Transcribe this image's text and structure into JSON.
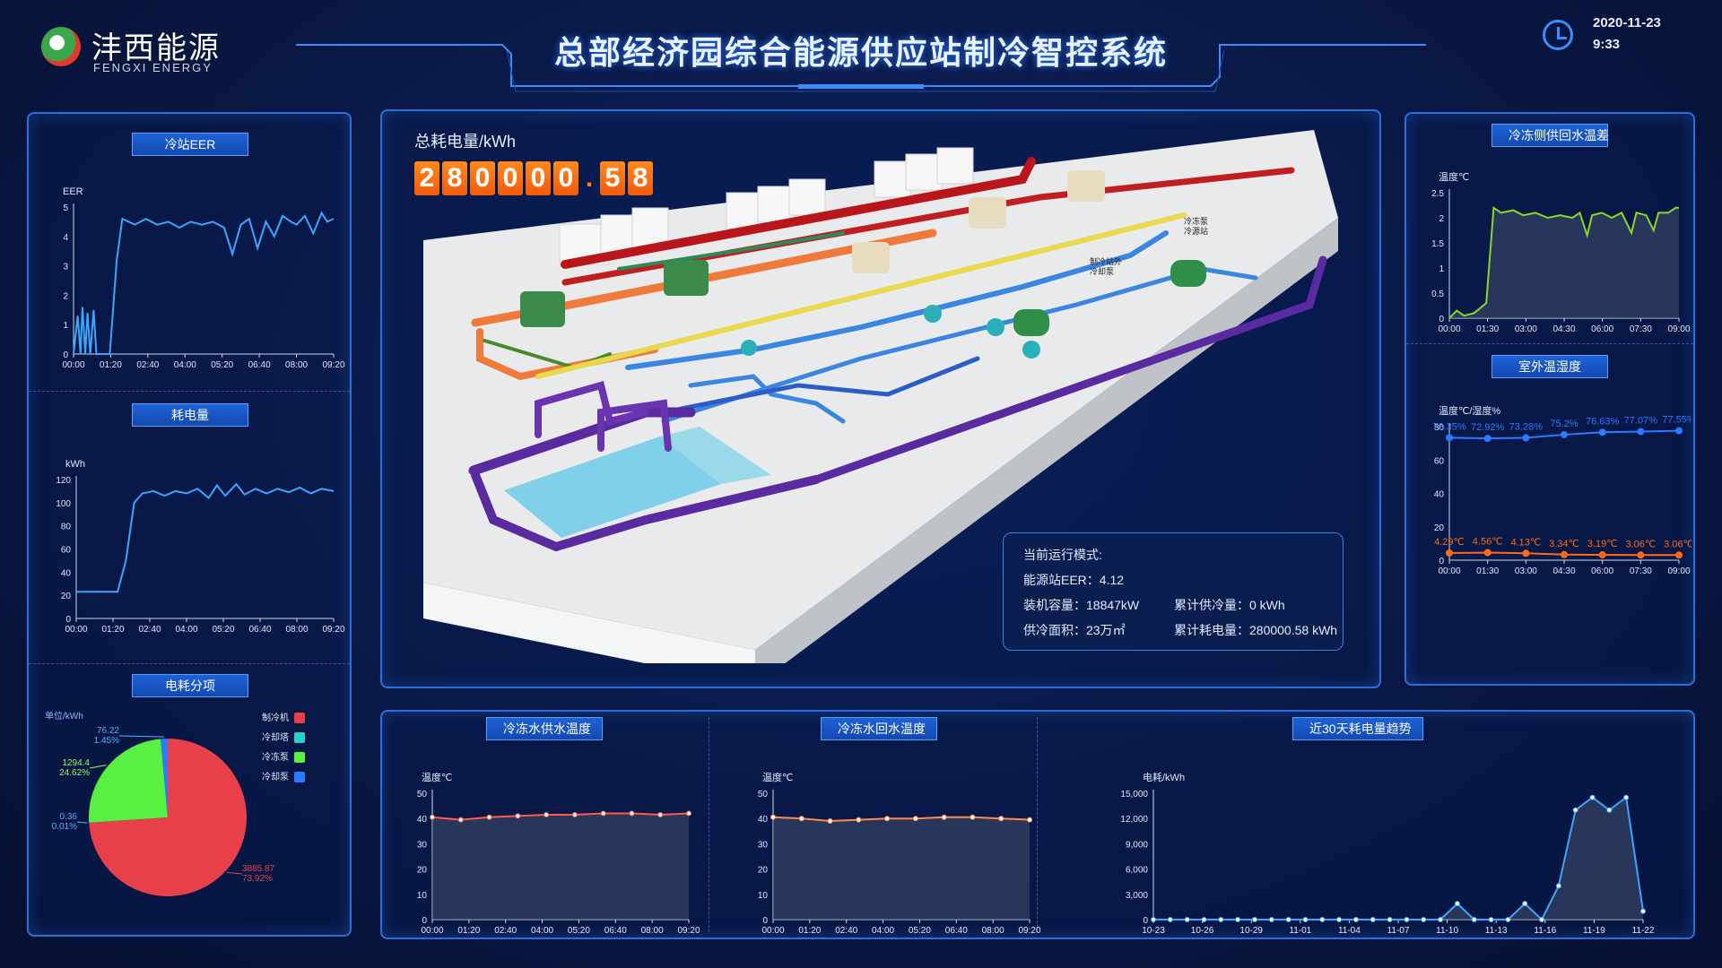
{
  "brand": {
    "name_cn": "沣西能源",
    "name_en": "FENGXI ENERGY"
  },
  "header": {
    "title": "总部经济园综合能源供应站制冷智控系统",
    "date": "2020-11-23",
    "time": "9:33"
  },
  "left": {
    "eer": {
      "title": "冷站EER",
      "ylabel": "EER"
    },
    "power": {
      "title": "耗电量",
      "ylabel": "kWh"
    },
    "pie": {
      "title": "电耗分项",
      "unit": "单位/kWh"
    }
  },
  "center": {
    "total_label": "总耗电量/kWh",
    "total_digits": [
      "2",
      "8",
      "0",
      "0",
      "0",
      "0",
      ".",
      "5",
      "8"
    ],
    "info": {
      "mode": "当前运行模式:",
      "eer": "能源站EER：4.12",
      "capacity": "装机容量：18847kW",
      "cooling": "累计供冷量：0 kWh",
      "area": "供冷面积：23万㎡",
      "energy": "累计耗电量：280000.58 kWh"
    },
    "plant_labels": [
      "制冷站外",
      "冷却泵",
      "冷冻泵",
      "冷源站"
    ]
  },
  "right": {
    "dt": {
      "title": "冷冻侧供回水温差",
      "ylabel": "温度℃"
    },
    "outdoor": {
      "title": "室外温湿度",
      "ylabel": "温度℃/湿度%"
    }
  },
  "bottom": {
    "supply": {
      "title": "冷冻水供水温度",
      "ylabel": "温度℃"
    },
    "return": {
      "title": "冷冻水回水温度",
      "ylabel": "温度℃"
    },
    "trend": {
      "title": "近30天耗电量趋势",
      "ylabel": "电耗/kWh"
    }
  },
  "colors": {
    "accent": "#2d6fd6",
    "line_blue": "#3aa6ff",
    "line_green": "#8ad62a",
    "line_orange": "#ff6a1a",
    "pie_red": "#e8404a",
    "pie_green": "#58f042",
    "pie_cyan": "#2bd0c4",
    "pie_blue": "#2a7bff"
  },
  "chart_data": [
    {
      "id": "eer",
      "type": "line",
      "xlabel": "",
      "ylabel": "EER",
      "ylim": [
        0,
        5
      ],
      "x": [
        "00:00",
        "01:20",
        "02:40",
        "04:00",
        "05:20",
        "06:40",
        "08:00",
        "09:20"
      ],
      "yticks": [
        0,
        1,
        2,
        3,
        4,
        5
      ],
      "points": [
        [
          0,
          0
        ],
        [
          0.15,
          1.3
        ],
        [
          0.25,
          0
        ],
        [
          0.32,
          1.6
        ],
        [
          0.42,
          0
        ],
        [
          0.5,
          1.4
        ],
        [
          0.6,
          0
        ],
        [
          0.72,
          1.5
        ],
        [
          0.82,
          0
        ],
        [
          1.3,
          0
        ],
        [
          1.55,
          3.2
        ],
        [
          1.75,
          4.6
        ],
        [
          2.2,
          4.4
        ],
        [
          2.6,
          4.6
        ],
        [
          3.0,
          4.4
        ],
        [
          3.4,
          4.5
        ],
        [
          3.8,
          4.3
        ],
        [
          4.2,
          4.5
        ],
        [
          4.6,
          4.4
        ],
        [
          5.0,
          4.5
        ],
        [
          5.4,
          4.3
        ],
        [
          5.7,
          3.4
        ],
        [
          6.0,
          4.4
        ],
        [
          6.3,
          4.6
        ],
        [
          6.6,
          3.6
        ],
        [
          6.9,
          4.5
        ],
        [
          7.2,
          4.0
        ],
        [
          7.5,
          4.7
        ],
        [
          7.8,
          4.5
        ],
        [
          8.0,
          4.4
        ],
        [
          8.3,
          4.7
        ],
        [
          8.6,
          4.1
        ],
        [
          8.9,
          4.8
        ],
        [
          9.1,
          4.5
        ],
        [
          9.33,
          4.6
        ]
      ]
    },
    {
      "id": "power",
      "type": "line",
      "xlabel": "",
      "ylabel": "kWh",
      "ylim": [
        0,
        120
      ],
      "x": [
        "00:00",
        "01:20",
        "02:40",
        "04:00",
        "05:20",
        "06:40",
        "08:00",
        "09:20"
      ],
      "yticks": [
        0,
        20,
        40,
        60,
        80,
        100,
        120
      ],
      "points": [
        [
          0,
          23
        ],
        [
          0.8,
          23
        ],
        [
          1.5,
          23
        ],
        [
          1.8,
          50
        ],
        [
          2.1,
          100
        ],
        [
          2.4,
          108
        ],
        [
          2.8,
          110
        ],
        [
          3.2,
          106
        ],
        [
          3.6,
          110
        ],
        [
          4.0,
          108
        ],
        [
          4.4,
          112
        ],
        [
          4.8,
          104
        ],
        [
          5.1,
          115
        ],
        [
          5.4,
          106
        ],
        [
          5.8,
          116
        ],
        [
          6.1,
          107
        ],
        [
          6.5,
          112
        ],
        [
          6.9,
          108
        ],
        [
          7.3,
          112
        ],
        [
          7.7,
          109
        ],
        [
          8.1,
          113
        ],
        [
          8.5,
          108
        ],
        [
          8.9,
          112
        ],
        [
          9.33,
          110
        ]
      ]
    },
    {
      "id": "pie",
      "type": "pie",
      "title": "电耗分项",
      "unit": "单位/kWh",
      "slices": [
        {
          "name": "制冷机",
          "value": 3885.87,
          "pct": "73.92%"
        },
        {
          "name": "冷却塔",
          "value": 0.36,
          "pct": "0.01%"
        },
        {
          "name": "冷冻泵",
          "value": 1294.4,
          "pct": "24.62%"
        },
        {
          "name": "冷却泵",
          "value": 76.22,
          "pct": "1.45%"
        }
      ]
    },
    {
      "id": "dt",
      "type": "area",
      "ylabel": "温度℃",
      "ylim": [
        0,
        2.5
      ],
      "x": [
        "00:00",
        "01:30",
        "03:00",
        "04:30",
        "06:00",
        "07:30",
        "09:00"
      ],
      "yticks": [
        0,
        0.5,
        1,
        1.5,
        2,
        2.5
      ],
      "points": [
        [
          0,
          0
        ],
        [
          0.3,
          0.15
        ],
        [
          0.6,
          0.05
        ],
        [
          1.0,
          0.1
        ],
        [
          1.5,
          0.3
        ],
        [
          1.8,
          2.2
        ],
        [
          2.1,
          2.1
        ],
        [
          2.6,
          2.15
        ],
        [
          3.0,
          2.05
        ],
        [
          3.5,
          2.1
        ],
        [
          4.0,
          2.0
        ],
        [
          4.5,
          2.05
        ],
        [
          5.0,
          2.0
        ],
        [
          5.3,
          2.1
        ],
        [
          5.6,
          1.65
        ],
        [
          5.8,
          2.05
        ],
        [
          6.2,
          2.1
        ],
        [
          6.6,
          2.0
        ],
        [
          7.0,
          2.1
        ],
        [
          7.4,
          1.7
        ],
        [
          7.6,
          2.1
        ],
        [
          8.0,
          2.05
        ],
        [
          8.3,
          1.75
        ],
        [
          8.5,
          2.1
        ],
        [
          8.9,
          2.1
        ],
        [
          9.2,
          2.2
        ],
        [
          9.33,
          2.2
        ]
      ]
    },
    {
      "id": "outdoor",
      "type": "line",
      "ylabel": "温度℃/湿度%",
      "ylim": [
        0,
        80
      ],
      "x": [
        "00:00",
        "01:30",
        "03:00",
        "04:30",
        "06:00",
        "07:30",
        "09:00"
      ],
      "yticks": [
        0,
        20,
        40,
        60,
        80
      ],
      "series": [
        {
          "values": [
            73.35,
            72.92,
            73.28,
            75.2,
            76.63,
            77.07,
            77.55
          ],
          "labels": [
            "73.35%",
            "72.92%",
            "73.28%",
            "75.2%",
            "76.63%",
            "77.07%",
            "77.55%"
          ]
        },
        {
          "values": [
            4.29,
            4.56,
            4.13,
            3.34,
            3.19,
            3.06,
            3.06
          ],
          "labels": [
            "4.29℃",
            "4.56℃",
            "4.13℃",
            "3.34℃",
            "3.19℃",
            "3.06℃",
            "3.06℃"
          ]
        }
      ]
    },
    {
      "id": "supply",
      "type": "area",
      "ylabel": "温度℃",
      "ylim": [
        0,
        50
      ],
      "x": [
        "00:00",
        "01:20",
        "02:40",
        "04:00",
        "05:20",
        "06:40",
        "08:00",
        "09:20"
      ],
      "yticks": [
        0,
        10,
        20,
        30,
        40,
        50
      ],
      "values": [
        40.5,
        39.5,
        40.5,
        41,
        41.5,
        41.5,
        42,
        42,
        41.5,
        42
      ]
    },
    {
      "id": "return",
      "type": "area",
      "ylabel": "温度℃",
      "ylim": [
        0,
        50
      ],
      "x": [
        "00:00",
        "01:20",
        "02:40",
        "04:00",
        "05:20",
        "06:40",
        "08:00",
        "09:20"
      ],
      "yticks": [
        0,
        10,
        20,
        30,
        40,
        50
      ],
      "values": [
        40.5,
        40,
        39,
        39.5,
        40,
        40,
        40.5,
        40.5,
        40,
        39.5
      ]
    },
    {
      "id": "trend",
      "type": "area",
      "ylabel": "电耗/kWh",
      "ylim": [
        0,
        15000
      ],
      "x": [
        "10-23",
        "10-26",
        "10-29",
        "11-01",
        "11-04",
        "11-07",
        "11-10",
        "11-13",
        "11-16",
        "11-19",
        "11-22"
      ],
      "yticks": [
        0,
        3000,
        6000,
        9000,
        12000,
        15000
      ],
      "values": [
        0,
        0,
        0,
        0,
        0,
        0,
        0,
        0,
        0,
        0,
        0,
        0,
        0,
        0,
        0,
        0,
        0,
        0,
        1900,
        0,
        0,
        0,
        1900,
        0,
        4000,
        13000,
        14500,
        13000,
        14500,
        1000
      ]
    }
  ]
}
